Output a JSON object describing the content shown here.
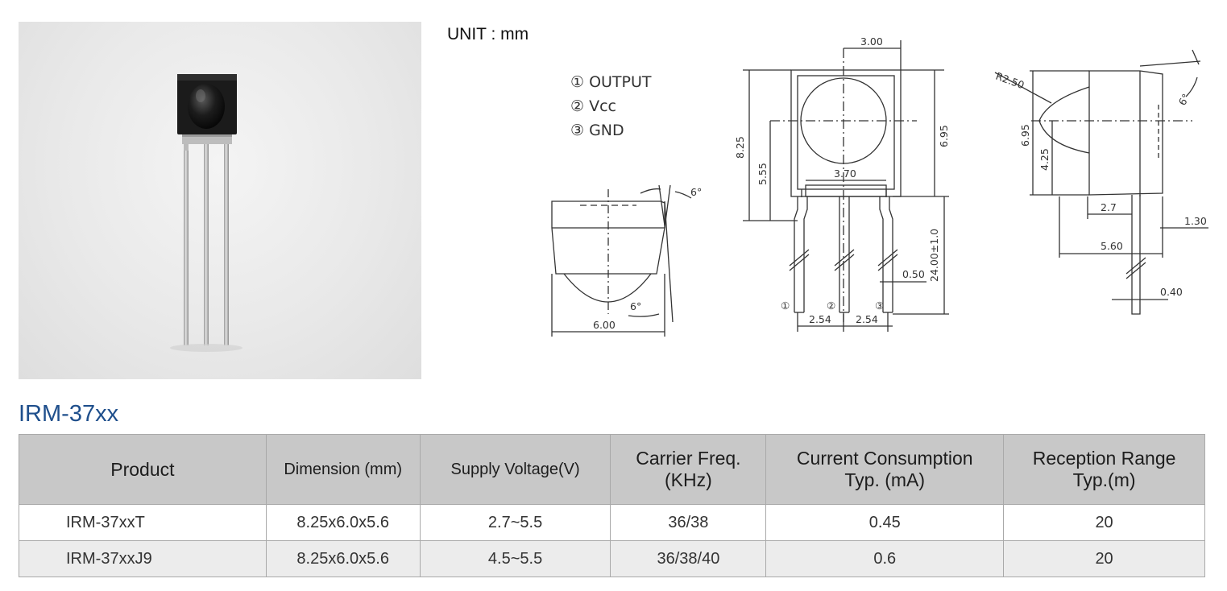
{
  "unit_label": "UNIT : mm",
  "pins": [
    "① OUTPUT",
    "② Vcc",
    "③ GND"
  ],
  "dimensions": {
    "front_top_width": "3.00",
    "front_height": "8.25",
    "front_center_height": "5.55",
    "front_inner_height": "6.95",
    "front_lens_width": "3.70",
    "lead_length": "24.00±1.0",
    "lead_width": "0.50",
    "pitch_1": "2.54",
    "pitch_2": "2.54",
    "bottom_width": "6.00",
    "bottom_angle_top": "6°",
    "bottom_angle_low": "6°",
    "side_radius": "R2.50",
    "side_angle": "6°",
    "side_height": "6.95",
    "side_center_height": "4.25",
    "side_dim_a": "2.7",
    "side_dim_b": "1.30",
    "side_depth": "5.60",
    "side_lead": "0.40",
    "pin_marks": [
      "①",
      "②",
      "③"
    ]
  },
  "model_title": "IRM-37xx",
  "table": {
    "headers": {
      "product": "Product",
      "dimension": "Dimension (mm)",
      "voltage": "Supply Voltage(V)",
      "freq_1": "Carrier Freq.",
      "freq_2": "(KHz)",
      "current_1": "Current Consumption",
      "current_2": "Typ. (mA)",
      "range_1": "Reception Range",
      "range_2": "Typ.(m)"
    },
    "rows": [
      {
        "product": "IRM-37xxT",
        "dimension": "8.25x6.0x5.6",
        "voltage": "2.7~5.5",
        "freq": "36/38",
        "current": "0.45",
        "range": "20"
      },
      {
        "product": "IRM-37xxJ9",
        "dimension": "8.25x6.0x5.6",
        "voltage": "4.5~5.5",
        "freq": "36/38/40",
        "current": "0.6",
        "range": "20"
      }
    ]
  }
}
